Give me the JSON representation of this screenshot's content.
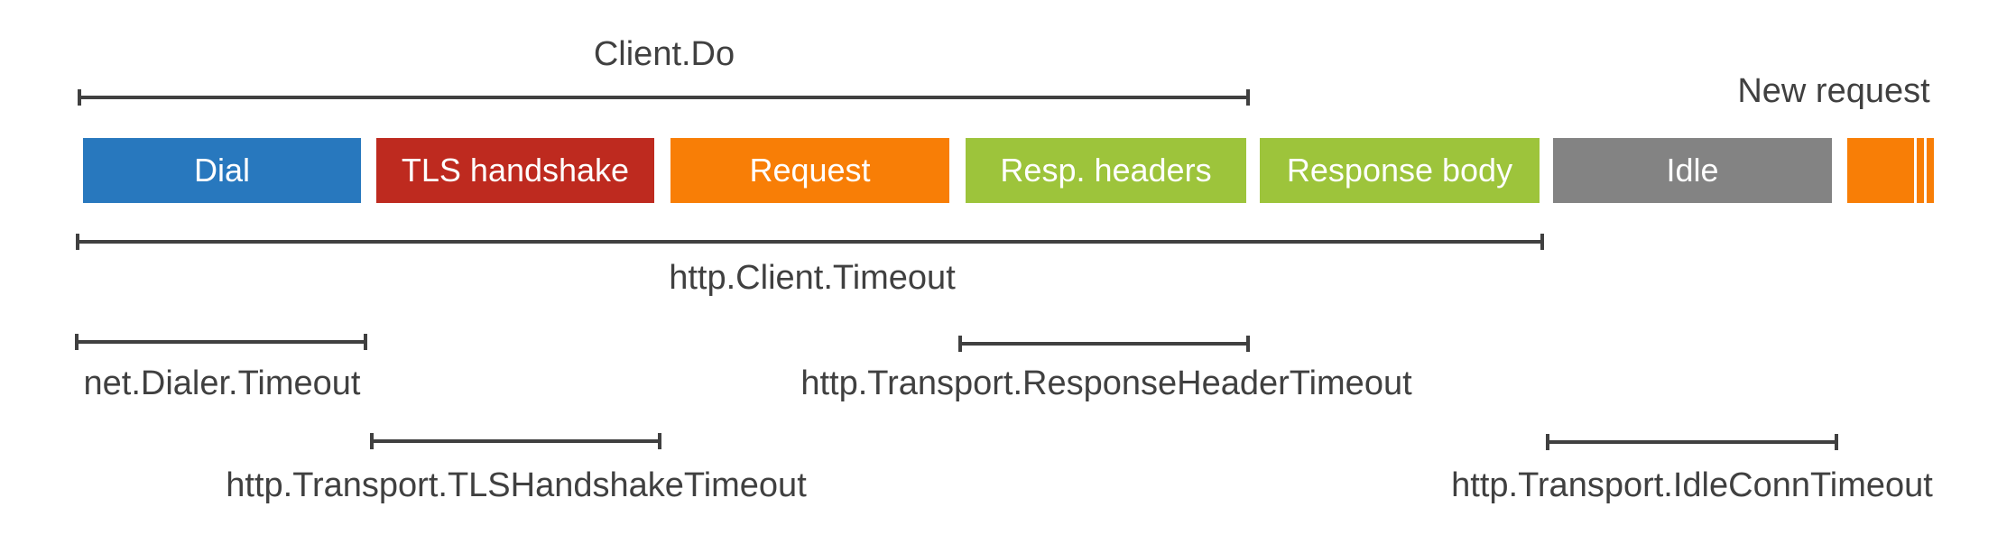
{
  "labels": {
    "client_do": "Client.Do",
    "new_request": "New request"
  },
  "phases": [
    {
      "label": "Dial",
      "color": "#2878BE"
    },
    {
      "label": "TLS handshake",
      "color": "#BE2A1F"
    },
    {
      "label": "Request",
      "color": "#F87E06"
    },
    {
      "label": "Resp. headers",
      "color": "#9DC43B"
    },
    {
      "label": "Response body",
      "color": "#9DC43B"
    },
    {
      "label": "Idle",
      "color": "#838383"
    }
  ],
  "new_request_fragment": {
    "color": "#F87E06"
  },
  "timeouts": {
    "http_client_timeout": "http.Client.Timeout",
    "net_dialer_timeout": "net.Dialer.Timeout",
    "response_header_timeout": "http.Transport.ResponseHeaderTimeout",
    "tls_handshake_timeout": "http.Transport.TLSHandshakeTimeout",
    "idle_conn_timeout": "http.Transport.IdleConnTimeout"
  },
  "style_colors": {
    "line_and_text": "#404040",
    "background": "#FFFFFF",
    "block_text": "#FFFFFF"
  }
}
